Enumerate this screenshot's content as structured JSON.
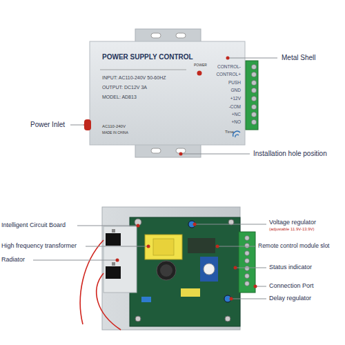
{
  "diagram": {
    "nodes": [
      {
        "text": [
          "POWER SUPPLY CONTROL",
          "INPUT: AC110-240V 50-60HZ",
          "OUTPUT: DC12V 3A",
          "MODEL: AD813",
          "POWER",
          "CONTROL-",
          "CONTROL+",
          "PUSH",
          "GND",
          "+12V",
          "-COM",
          "+NC",
          "+NO",
          "AC110-240V",
          "MADE IN CHINA",
          "Time"
        ]
      }
    ],
    "labels": [
      "Metal Shell",
      "Power Inlet",
      "Installation hole position",
      "Intelligent Circuit Board",
      "High frequency transformer",
      "Radiator",
      "Voltage regulator",
      "(adjustable 11.9V-13.9V)",
      "Remote control module slot",
      "Status indicator",
      "Connection Port",
      "Delay regulator"
    ]
  }
}
